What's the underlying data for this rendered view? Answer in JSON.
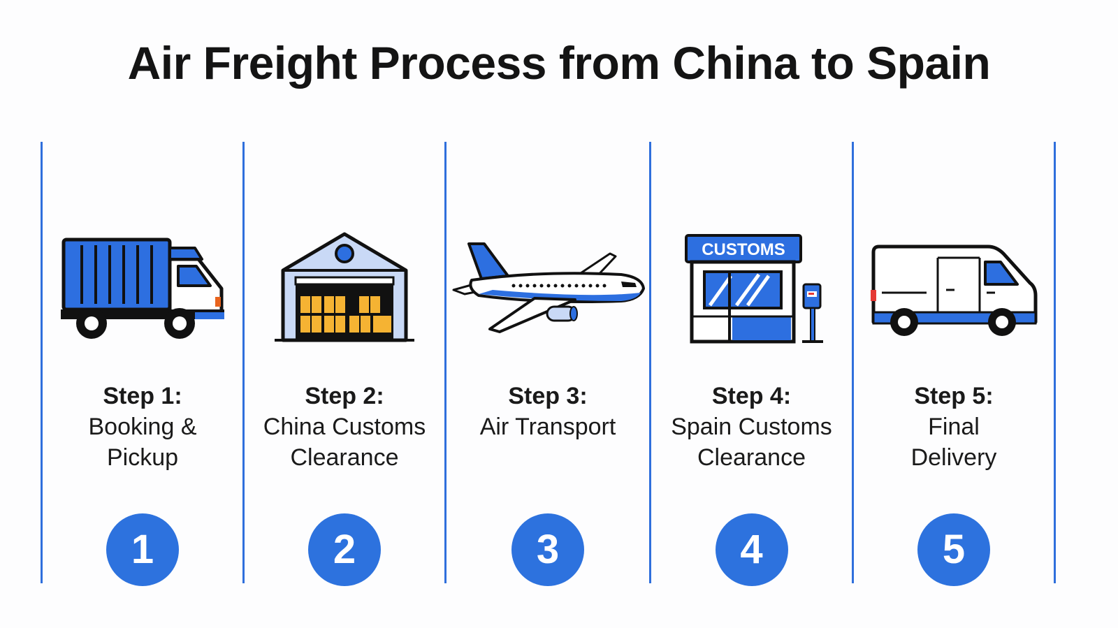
{
  "title": "Air Freight Process from China to Spain",
  "colors": {
    "accent": "#2d72de",
    "line": "#2f6fdc",
    "box_orange": "#f5b333",
    "light_blue": "#c9d9f6",
    "dark": "#111111"
  },
  "steps": [
    {
      "label": "Step 1:",
      "name": "Booking &\nPickup",
      "number": "1",
      "icon": "truck-icon"
    },
    {
      "label": "Step 2:",
      "name": "China Customs\nClearance",
      "number": "2",
      "icon": "warehouse-icon"
    },
    {
      "label": "Step 3:",
      "name": "Air Transport",
      "number": "3",
      "icon": "airplane-icon"
    },
    {
      "label": "Step 4:",
      "name": "Spain Customs\nClearance",
      "number": "4",
      "icon": "customs-office-icon",
      "sign": "CUSTOMS"
    },
    {
      "label": "Step 5:",
      "name": "Final\nDelivery",
      "number": "5",
      "icon": "delivery-van-icon"
    }
  ]
}
